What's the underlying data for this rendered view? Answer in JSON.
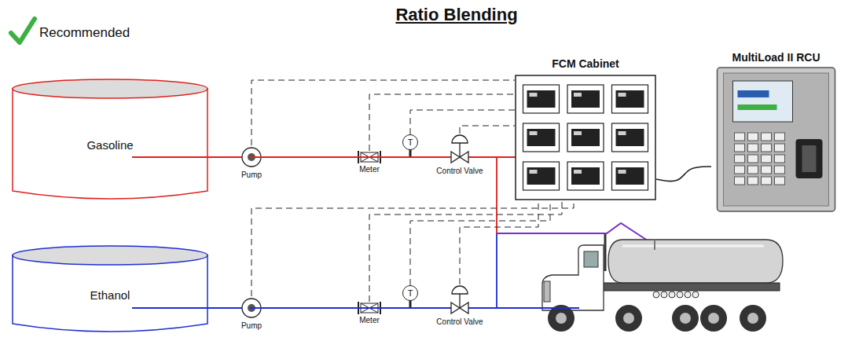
{
  "diagram": {
    "title": "Ratio Blending",
    "nodes": [
      {
        "text": [
          "Gasoline"
        ]
      },
      {
        "text": [
          "Pump"
        ]
      },
      {
        "text": [
          "Meter"
        ]
      },
      {
        "text": [
          "T"
        ]
      },
      {
        "text": [
          "Control Valve"
        ]
      },
      {
        "text": [
          "FCM Cabinet"
        ]
      },
      {
        "text": [
          "MultiLoad II RCU"
        ]
      },
      {
        "text": [
          "Ethanol"
        ]
      },
      {
        "text": [
          "Pump"
        ]
      },
      {
        "text": [
          "Meter"
        ]
      },
      {
        "text": [
          "T"
        ]
      },
      {
        "text": [
          "Control Valve"
        ]
      }
    ],
    "edges": [
      {
        "from": 0,
        "to": 1,
        "arrow": "none"
      },
      {
        "from": 1,
        "to": 2,
        "arrow": "none"
      },
      {
        "from": 2,
        "to": 4,
        "arrow": "none"
      },
      {
        "from": 7,
        "to": 8,
        "arrow": "none"
      },
      {
        "from": 8,
        "to": 9,
        "arrow": "none"
      },
      {
        "from": 9,
        "to": 11,
        "arrow": "none"
      },
      {
        "from": 1,
        "to": 5,
        "arrow": "none"
      },
      {
        "from": 2,
        "to": 5,
        "arrow": "none"
      },
      {
        "from": 3,
        "to": 5,
        "arrow": "none"
      },
      {
        "from": 4,
        "to": 5,
        "arrow": "none"
      },
      {
        "from": 8,
        "to": 5,
        "arrow": "none"
      },
      {
        "from": 9,
        "to": 5,
        "arrow": "none"
      },
      {
        "from": 10,
        "to": 5,
        "arrow": "none"
      },
      {
        "from": 11,
        "to": 5,
        "arrow": "none"
      },
      {
        "from": 5,
        "to": 6,
        "arrow": "none"
      }
    ],
    "labels": [
      "Recommended"
    ]
  }
}
